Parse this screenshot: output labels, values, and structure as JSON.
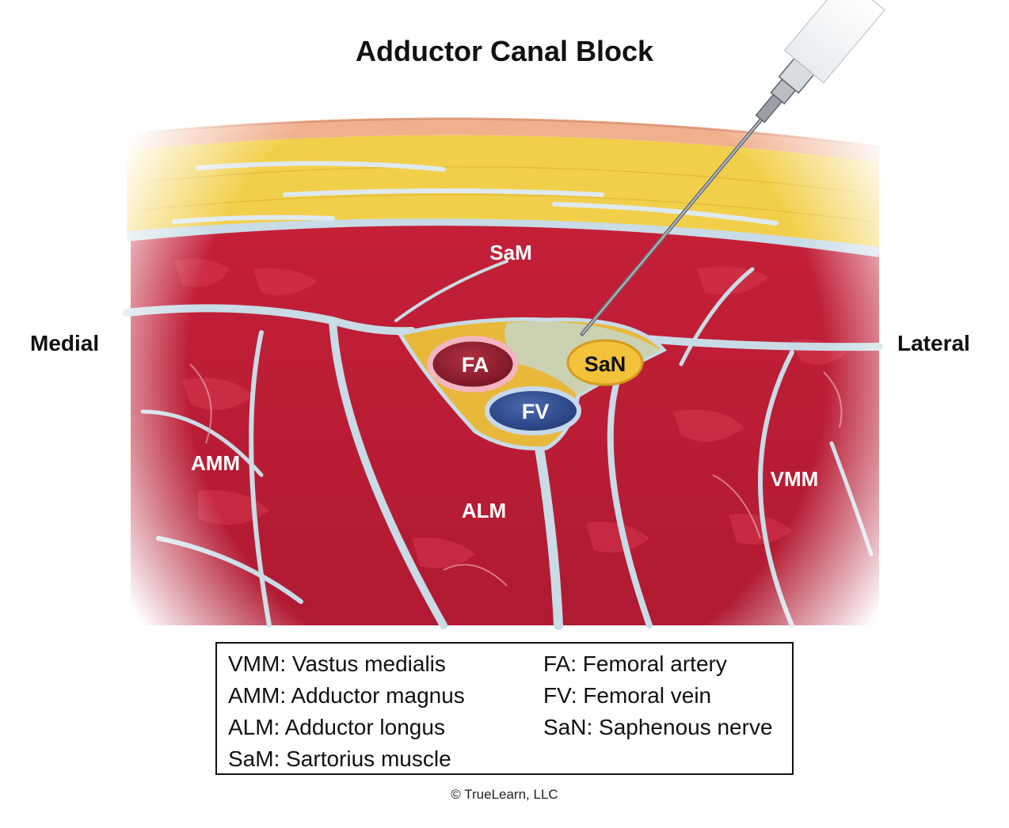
{
  "title": "Adductor Canal Block",
  "orientation": {
    "left": "Medial",
    "right": "Lateral"
  },
  "structures": {
    "sam": "SaM",
    "fa": "FA",
    "san": "SaN",
    "fv": "FV",
    "amm": "AMM",
    "alm": "ALM",
    "vmm": "VMM"
  },
  "legend": {
    "left": [
      "VMM: Vastus medialis",
      "AMM: Adductor magnus",
      "ALM: Adductor longus",
      "SaM: Sartorius muscle"
    ],
    "right": [
      "FA: Femoral artery",
      "FV: Femoral vein",
      "SaN: Saphenous nerve"
    ]
  },
  "copyright": "© TrueLearn, LLC",
  "colors": {
    "skin": "#f0b08e",
    "fat": "#f2cf4a",
    "fascia": "#c8dbe6",
    "muscle": "#c8243c",
    "artery": "#8c1a2c",
    "vein": "#2a4a8c",
    "nerve": "#f2c23a",
    "canal_fat": "#e8b83a",
    "needle": "#8a8f96"
  }
}
